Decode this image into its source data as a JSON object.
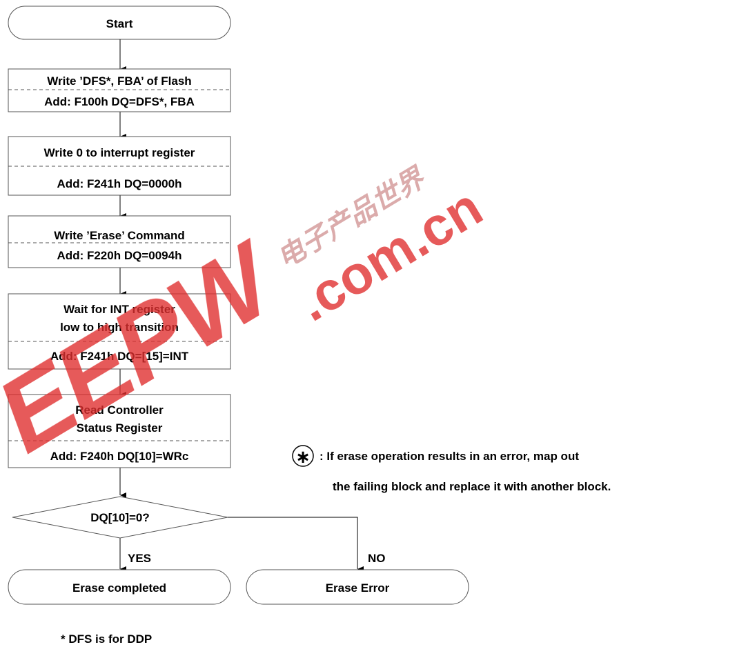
{
  "flowchart": {
    "start": "Start",
    "step1": {
      "line1": "Write ’DFS*, FBA’ of Flash",
      "line2": "Add: F100h DQ=DFS*, FBA"
    },
    "step2": {
      "line1": "Write 0 to interrupt register",
      "line2": "Add: F241h DQ=0000h"
    },
    "step3": {
      "line1": "Write ’Erase’ Command",
      "line2": "Add: F220h DQ=0094h"
    },
    "step4": {
      "line1": "Wait for INT register",
      "line2": "low to high transition",
      "line3": "Add: F241h DQ=[15]=INT"
    },
    "step5": {
      "line1": "Read Controller",
      "line2": "Status Register",
      "line3": "Add: F240h DQ[10]=WRc"
    },
    "decision": "DQ[10]=0?",
    "yes_label": "YES",
    "no_label": "NO",
    "end_ok": "Erase completed",
    "end_error": "Erase Error"
  },
  "note": {
    "symbol": "∗",
    "line1": ": If erase operation results in an error, map out",
    "line2": "the failing block and replace it with another block."
  },
  "footnote": "* DFS is for DDP",
  "watermark": {
    "logo": "EEPW",
    "site": ".com.cn",
    "chinese": "电子产品世界",
    "color": "#e03030"
  }
}
